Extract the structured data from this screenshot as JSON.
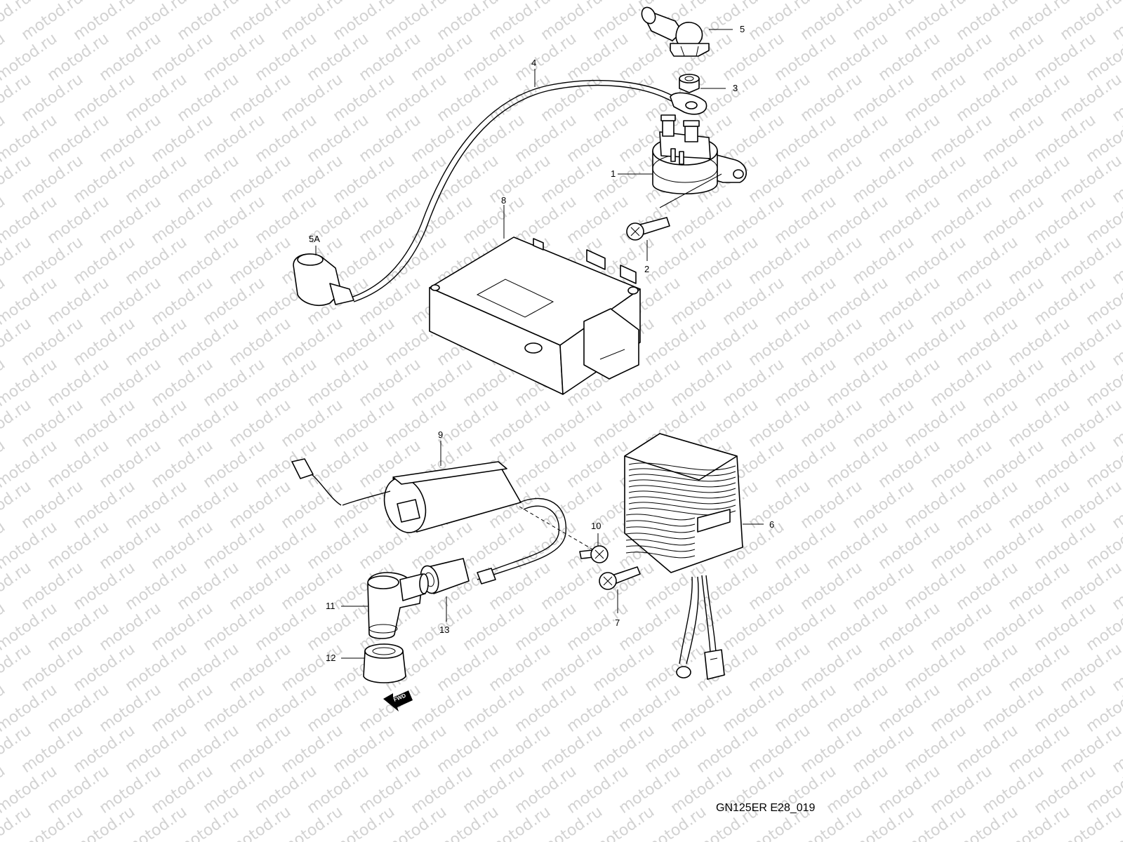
{
  "watermark": "motod.ru",
  "figure_ref": "GN125ER E28_019",
  "callouts": [
    {
      "id": "1",
      "text": "1"
    },
    {
      "id": "2",
      "text": "2"
    },
    {
      "id": "3",
      "text": "3"
    },
    {
      "id": "4",
      "text": "4"
    },
    {
      "id": "5",
      "text": "5"
    },
    {
      "id": "5A",
      "text": "5A"
    },
    {
      "id": "6",
      "text": "6"
    },
    {
      "id": "7",
      "text": "7"
    },
    {
      "id": "8",
      "text": "8"
    },
    {
      "id": "9",
      "text": "9"
    },
    {
      "id": "10",
      "text": "10"
    },
    {
      "id": "11",
      "text": "11"
    },
    {
      "id": "12",
      "text": "12"
    },
    {
      "id": "13",
      "text": "13"
    }
  ],
  "fwd_label": "FWD"
}
